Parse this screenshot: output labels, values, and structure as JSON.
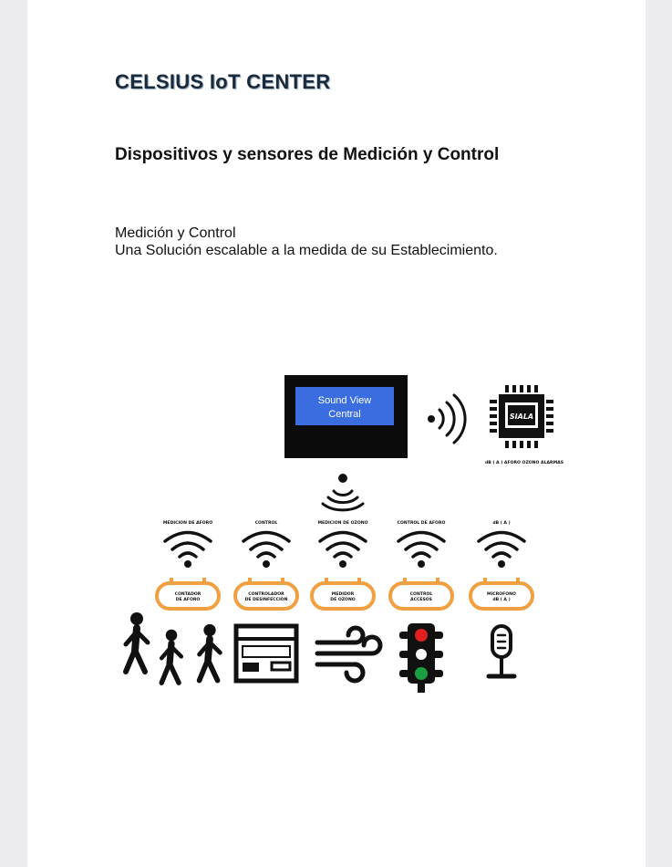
{
  "header": {
    "brand": "CELSIUS IoT CENTER",
    "subtitle": "Dispositivos y sensores de Medición y Control"
  },
  "intro": {
    "line1": "Medición y Control",
    "line2": "Una Solución escalable a la medida de su Establecimiento."
  },
  "diagram": {
    "central_label_1": "Sound View",
    "central_label_2": "Central",
    "chip_label": "SIALA",
    "chip_caption": "dB ( A ) AFORO OZONO ALARMAS",
    "sensors": [
      {
        "top_label": "MEDICION DE AFORO",
        "badge_1": "CONTADOR",
        "badge_2": "DE AFORO",
        "icon": "people-walking-icon"
      },
      {
        "top_label": "CONTROL",
        "badge_1": "CONTROLADOR",
        "badge_2": "DE DESINFECCIÓN",
        "icon": "controller-panel-icon"
      },
      {
        "top_label": "MEDICION DE OZONO",
        "badge_1": "MEDIDOR",
        "badge_2": "DE OZONO",
        "icon": "wind-icon"
      },
      {
        "top_label": "CONTROL DE AFORO",
        "badge_1": "CONTROL",
        "badge_2": "ACCESOS",
        "icon": "traffic-light-icon"
      },
      {
        "top_label": "dB ( A )",
        "badge_1": "MICROFONO",
        "badge_2": "dB ( A )",
        "icon": "microphone-icon"
      }
    ],
    "colors": {
      "central_blue": "#3a6ee0",
      "badge_orange": "#f0a040",
      "traffic_red": "#e02020",
      "traffic_green": "#1aa040"
    }
  }
}
